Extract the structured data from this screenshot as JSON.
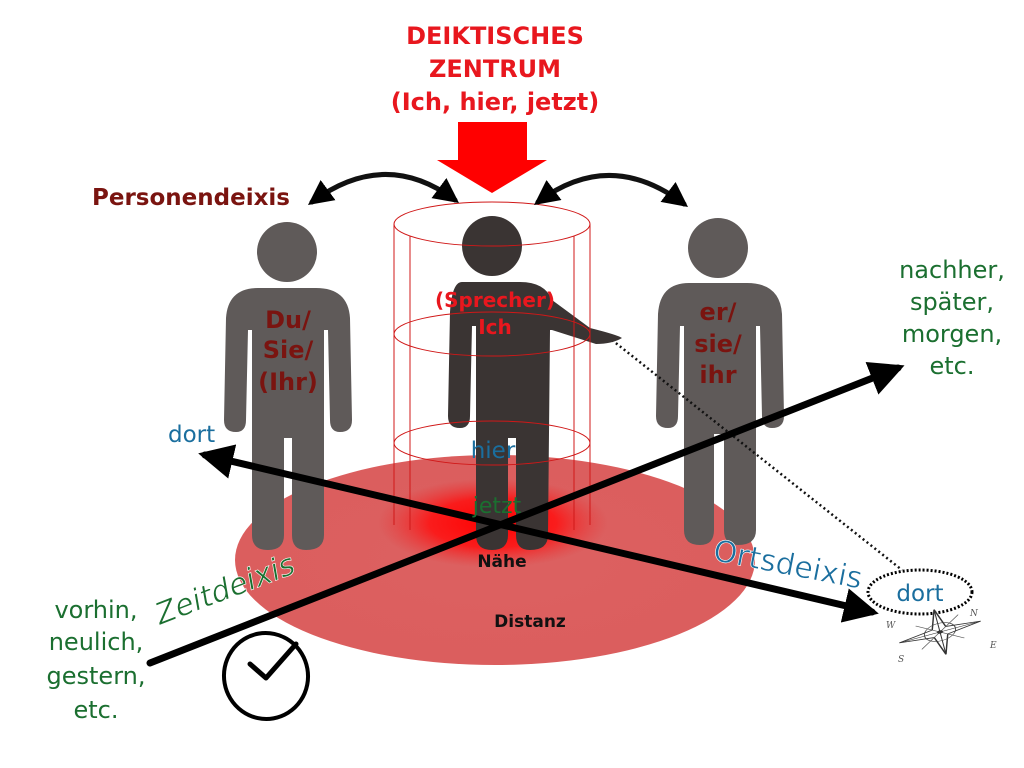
{
  "title": {
    "line1": "DEIKTISCHES",
    "line2": "ZENTRUM",
    "line3": "(Ich, hier, jetzt)"
  },
  "personendeixis": "Personendeixis",
  "figures": {
    "left": {
      "line1": "Du/",
      "line2": "Sie/",
      "line3": "(Ihr)"
    },
    "center": {
      "line1": "(Sprecher)",
      "line2": "Ich"
    },
    "right": {
      "line1": "er/",
      "line2": "sie/",
      "line3": "ihr"
    }
  },
  "center_labels": {
    "hier": "hier",
    "jetzt": "jetzt"
  },
  "zones": {
    "naehe": "Nähe",
    "distanz": "Distanz"
  },
  "place_labels": {
    "dort_left": "dort",
    "dort_right": "dort"
  },
  "time_future": [
    "nachher,",
    "später,",
    "morgen,",
    "etc."
  ],
  "time_past": [
    "vorhin,",
    "neulich,",
    "gestern,",
    "etc."
  ],
  "axis_labels": {
    "zeitdeixis": "Zeitdeixis",
    "ortsdeixis": "Ortsdeixis"
  },
  "compass_letters": {
    "w": "W",
    "s": "S",
    "e": "E",
    "n": "N"
  },
  "colors": {
    "title_red": "#e8171e",
    "dark_red_text": "#7a1410",
    "green_text": "#1b6f30",
    "blue_text": "#1a6e9e",
    "figure_gray": "#5f5a59",
    "speaker_dark": "#3a3433",
    "zone_red": "#d93a3a"
  },
  "icons": [
    "down-arrow-icon",
    "curved-arrow-icon",
    "clock-icon",
    "compass-rose-icon"
  ]
}
